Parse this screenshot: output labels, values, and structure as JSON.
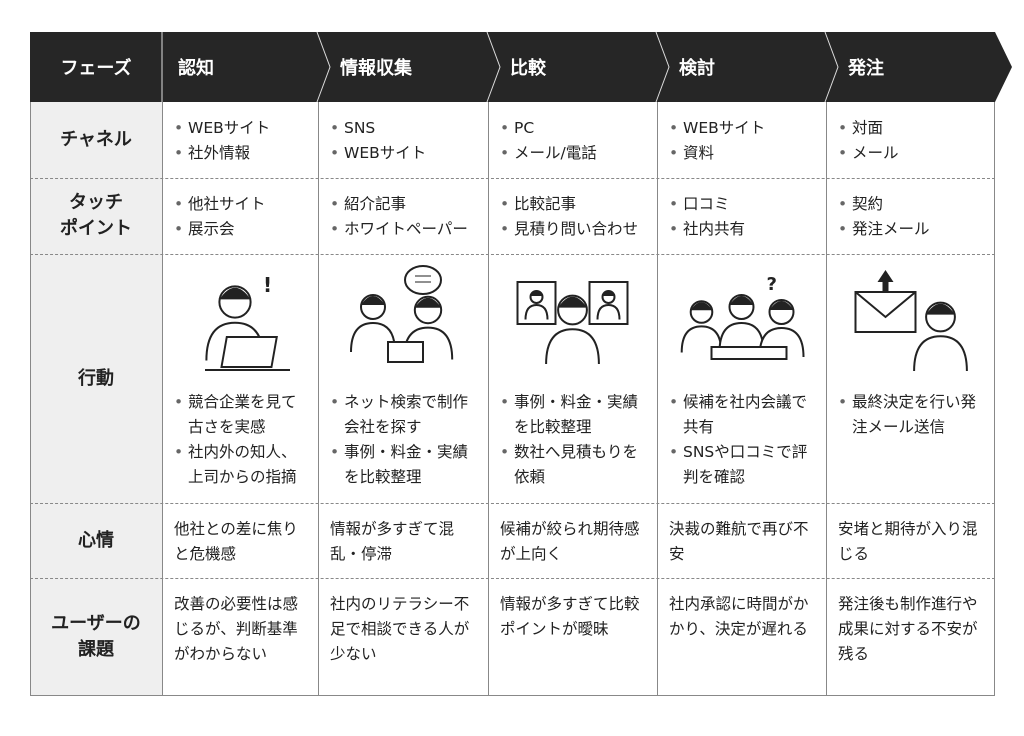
{
  "header": {
    "label": "フェーズ",
    "phases": [
      "認知",
      "情報収集",
      "比較",
      "検討",
      "発注"
    ]
  },
  "rows": [
    {
      "label": "チャネル",
      "cells": [
        [
          "WEBサイト",
          "社外情報"
        ],
        [
          "SNS",
          "WEBサイト"
        ],
        [
          "PC",
          "メール/電話"
        ],
        [
          "WEBサイト",
          "資料"
        ],
        [
          "対面",
          "メール"
        ]
      ]
    },
    {
      "label": "タッチ\nポイント",
      "cells": [
        [
          "他社サイト",
          "展示会"
        ],
        [
          "紹介記事",
          "ホワイトペーパー"
        ],
        [
          "比較記事",
          "見積り問い合わせ"
        ],
        [
          "口コミ",
          "社内共有"
        ],
        [
          "契約",
          "発注メール"
        ]
      ]
    },
    {
      "label": "行動",
      "cells": [
        [
          "競合企業を見て古さを実感",
          "社内外の知人、上司からの指摘"
        ],
        [
          "ネット検索で制作会社を探す",
          "事例・料金・実績を比較整理"
        ],
        [
          "事例・料金・実績を比較整理",
          "数社へ見積もりを依頼"
        ],
        [
          "候補を社内会議で共有",
          "SNSや口コミで評判を確認"
        ],
        [
          "最終決定を行い発注メール送信"
        ]
      ]
    },
    {
      "label": "心情",
      "cells": [
        "他社との差に焦りと危機感",
        "情報が多すぎて混乱・停滞",
        "候補が絞られ期待感が上向く",
        "決裁の難航で再び不安",
        "安堵と期待が入り混じる"
      ]
    },
    {
      "label": "ユーザーの\n課題",
      "cells": [
        "改善の必要性は感じるが、判断基準がわからない",
        "社内のリテラシー不足で相談できる人が少ない",
        "情報が多すぎて比較ポイントが曖昧",
        "社内承認に時間がかかり、決定が遅れる",
        "発注後も制作進行や成果に対する不安が残る"
      ]
    }
  ],
  "colors": {
    "header": "#262626",
    "label_bg": "#efefef",
    "border": "#888888"
  }
}
